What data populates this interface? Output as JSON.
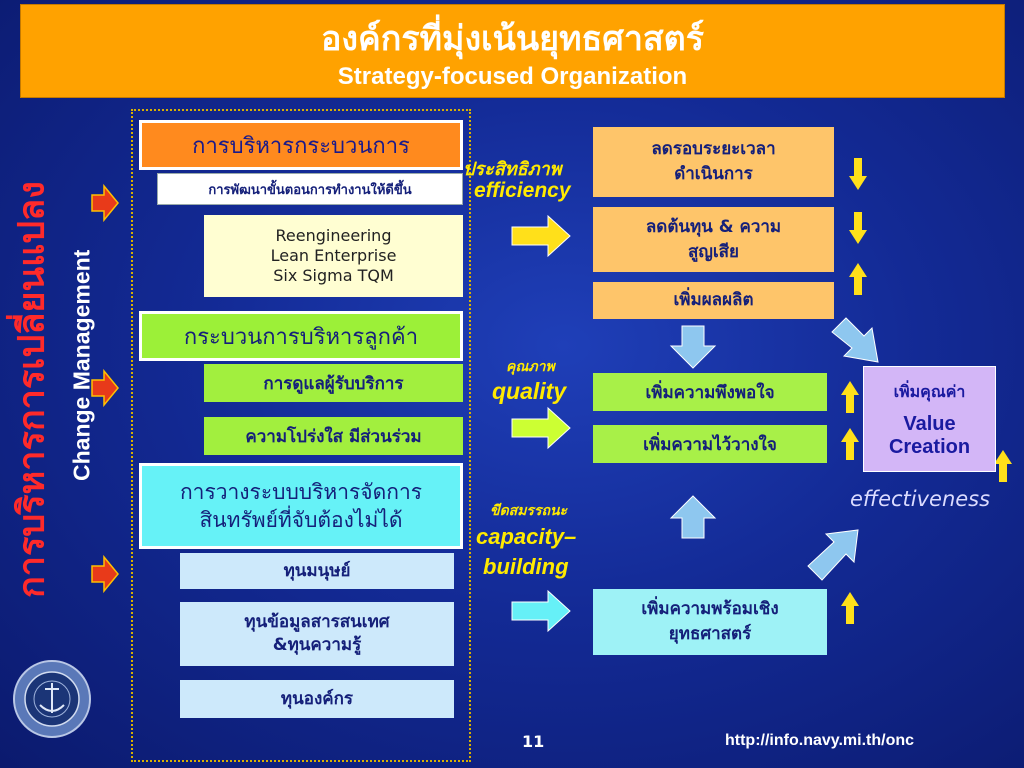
{
  "header": {
    "title_th": "องค์กรที่มุ่งเน้นยุทธศาสตร์",
    "title_en": "Strategy-focused Organization"
  },
  "side": {
    "title_th": "การบริหารการเปลี่ยนแปลง",
    "title_en": "Change Management"
  },
  "left_column": {
    "process": {
      "head": "การบริหารกระบวนการ",
      "sub": "การพัฒนาขั้นตอนการทำงานให้ดีขึ้น",
      "tools": [
        "Reengineering",
        "Lean Enterprise",
        "Six Sigma TQM"
      ]
    },
    "customer": {
      "head": "กระบวนการบริหารลูกค้า",
      "items": [
        "การดูแลผู้รับบริการ",
        "ความโปร่งใส มีส่วนร่วม"
      ]
    },
    "assets": {
      "head_line1": "การวางระบบบริหารจัดการ",
      "head_line2": "สินทรัพย์ที่จับต้องไม่ได้",
      "items": [
        "ทุนมนุษย์",
        "ทุนข้อมูลสารสนเทศ",
        "&ทุนความรู้",
        "ทุนองค์กร"
      ]
    }
  },
  "middle_labels": {
    "efficiency_th": "ประสิทธิภาพ",
    "efficiency_en": "efficiency",
    "quality_th": "คุณภาพ",
    "quality_en": "quality",
    "capacity_th": "ขีดสมรรถนะ",
    "capacity_en_1": "capacity–",
    "capacity_en_2": "building"
  },
  "results": {
    "reduce_time_1": "ลดรอบระยะเวลา",
    "reduce_time_2": "ดำเนินการ",
    "reduce_cost_1": "ลดต้นทุน & ความ",
    "reduce_cost_2": "สูญเสีย",
    "increase_output": "เพิ่มผลผลิต",
    "increase_satisfaction": "เพิ่มความพึงพอใจ",
    "increase_trust": "เพิ่มความไว้วางใจ",
    "readiness_1": "เพิ่มความพร้อมเชิง",
    "readiness_2": "ยุทธศาสตร์"
  },
  "value_box": {
    "th": "เพิ่มคุณค่า",
    "en_1": "Value",
    "en_2": "Creation"
  },
  "effectiveness": "effectiveness",
  "footer": {
    "page": "11",
    "url": "http://info.navy.mi.th/onc"
  },
  "colors": {
    "header": "#ffa200",
    "background": "#132a95",
    "arrow_red": "#e83a1a",
    "arrow_yellow": "#ffe01a",
    "arrow_lightblue": "#8ec7ef",
    "arrow_lime": "#ccff33",
    "arrow_cyan": "#66f0f7"
  }
}
